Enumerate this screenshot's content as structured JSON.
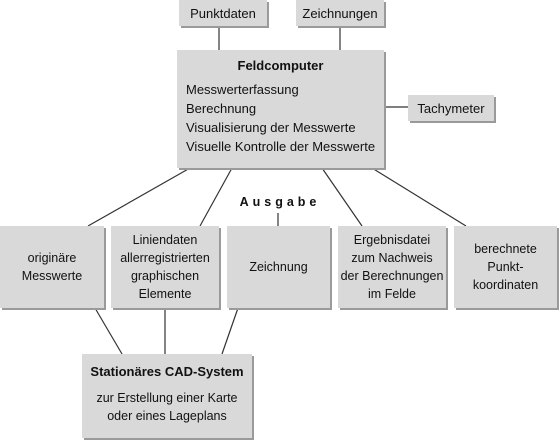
{
  "top_boxes": {
    "punktdaten": "Punktdaten",
    "zeichnungen": "Zeichnungen"
  },
  "feldcomputer": {
    "title": "Feldcomputer",
    "items": [
      "Messwerterfassung",
      "Berechnung",
      "Visualisierung der Messwerte",
      "Visuelle Kontrolle der Messwerte"
    ]
  },
  "tachymeter": "Tachymeter",
  "ausgabe_label": "Ausgabe",
  "outputs": [
    {
      "lines": [
        "originäre",
        "Messwerte"
      ]
    },
    {
      "lines": [
        "Liniendaten",
        "allerregistrierten",
        "graphischen",
        "Elemente"
      ]
    },
    {
      "lines": [
        "Zeichnung"
      ]
    },
    {
      "lines": [
        "Ergebnisdatei",
        "zum Nachweis",
        "der Berechnungen",
        "im Felde"
      ]
    },
    {
      "lines": [
        "berechnete",
        "Punkt-",
        "koordinaten"
      ]
    }
  ],
  "cad": {
    "title": "Stationäres CAD-System",
    "lines": [
      "zur Erstellung einer Karte",
      "oder eines Lageplans"
    ]
  }
}
